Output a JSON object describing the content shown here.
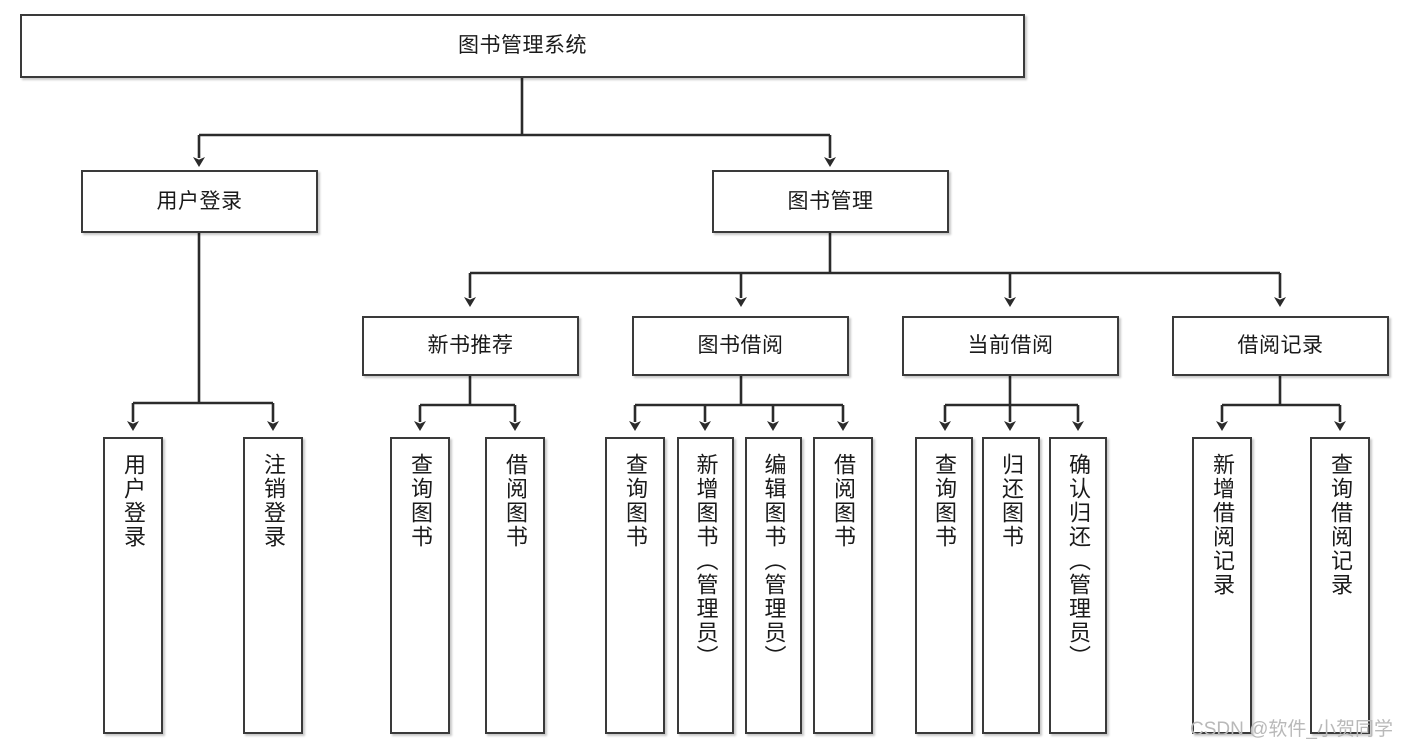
{
  "diagram": {
    "title": "图书管理系统",
    "type": "hierarchy-tree",
    "watermark": "CSDN @软件_小贺同学",
    "colors": {
      "box_border": "#3a3a3a",
      "box_fill": "#ffffff",
      "connector": "#2b2b2b",
      "text": "#1a1a1a",
      "watermark": "#b9b9b9"
    },
    "nodes": {
      "root": {
        "label": "图书管理系统",
        "level": 0
      },
      "level1": [
        {
          "label": "用户登录",
          "level": 1
        },
        {
          "label": "图书管理",
          "level": 1
        }
      ],
      "level2": [
        {
          "label": "新书推荐",
          "level": 2
        },
        {
          "label": "图书借阅",
          "level": 2
        },
        {
          "label": "当前借阅",
          "level": 2
        },
        {
          "label": "借阅记录",
          "level": 2
        }
      ],
      "leaves": {
        "user_login": [
          {
            "label": "用户登录"
          },
          {
            "label": "注销登录"
          }
        ],
        "new_book_recommend": [
          {
            "label": "查询图书"
          },
          {
            "label": "借阅图书"
          }
        ],
        "book_borrow": [
          {
            "label": "查询图书"
          },
          {
            "label": "新增图书（管理员）"
          },
          {
            "label": "编辑图书（管理员）"
          },
          {
            "label": "借阅图书"
          }
        ],
        "current_borrow": [
          {
            "label": "查询图书"
          },
          {
            "label": "归还图书"
          },
          {
            "label": "确认归还（管理员）"
          }
        ],
        "borrow_records": [
          {
            "label": "新增借阅记录"
          },
          {
            "label": "查询借阅记录"
          }
        ]
      }
    }
  }
}
